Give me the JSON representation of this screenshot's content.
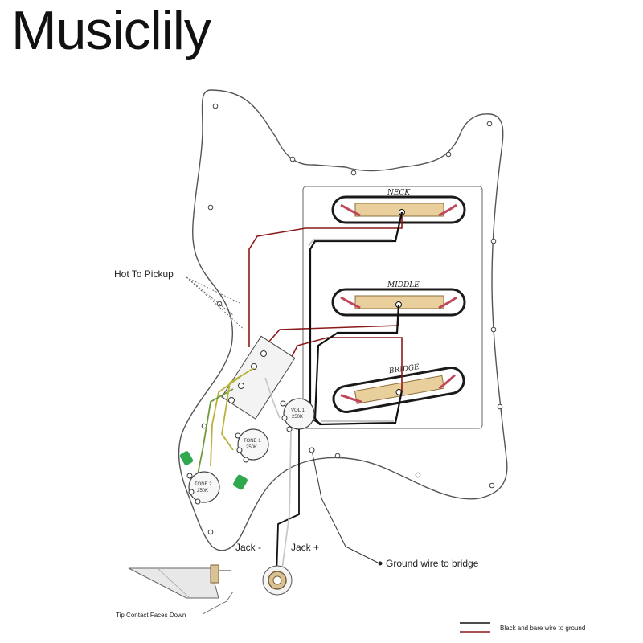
{
  "brand": "Musiclily",
  "pickups": {
    "neck": "NECK",
    "middle": "MIDDLE",
    "bridge": "BRIDGE"
  },
  "pots": {
    "vol": [
      "VOL 1",
      "250K"
    ],
    "tone1": [
      "TONE 1",
      "250K"
    ],
    "tone2": [
      "TONE 2",
      "250K"
    ]
  },
  "annotations": {
    "hot_to_pickup": "Hot To Pickup",
    "jack_minus": "Jack -",
    "jack_plus": "Jack +",
    "ground_wire": "Ground wire to bridge",
    "tip_contact": "Tip Contact Faces Down",
    "legend_ground": "Black and bare wire to ground"
  },
  "colors": {
    "hot_wire": "#8b1a1a",
    "black_wire": "#111111",
    "bare_wire": "#c8c8c8",
    "yellow_wire": "#b9b23a",
    "green_wire": "#6f9a3a",
    "capacitor": "#2fa84f",
    "pickup_bobbin": "#e9cf9b",
    "pickup_outline": "#1a1a1a"
  }
}
